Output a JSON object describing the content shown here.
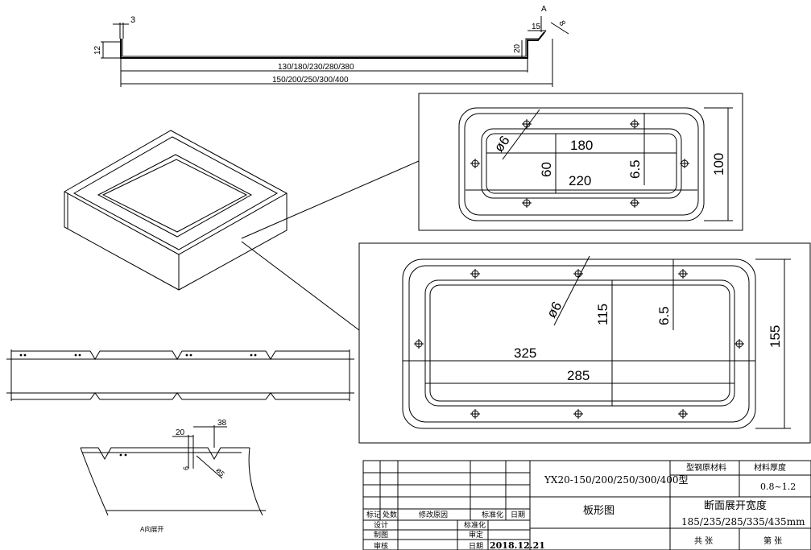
{
  "profile_section": {
    "lip_width": "3",
    "flange_height": "12",
    "inner_width": "130/180/230/280/380",
    "overall_width": "150/200/250/300/400",
    "right_step_height": "20",
    "right_step_width": "15",
    "section_mark": "A",
    "bend_dim": "8"
  },
  "small_panel": {
    "hole_dia": "ø6",
    "inner_width": "180",
    "inner_height": "60",
    "hole_edge": "6.5",
    "hole_span": "220",
    "outer_height": "100"
  },
  "large_panel": {
    "hole_dia": "ø6",
    "inner_height": "115",
    "hole_edge": "6.5",
    "hole_span": "325",
    "inner_width": "285",
    "outer_height": "155"
  },
  "notch_detail": {
    "dim_20": "20",
    "dim_38": "38",
    "dim_6": "6",
    "hole": "ø5",
    "view_label": "A向展开"
  },
  "title_block": {
    "model": "YX20-150/200/250/300/400型",
    "drawing_name": "板形图",
    "material_header": "型钢原材料",
    "thickness_header": "材料厚度",
    "thickness_value": "0.8~1.2",
    "unfold_header": "断面展开宽度",
    "unfold_value": "185/235/285/335/435mm",
    "total_sheets": "共  张",
    "sheet_no": "第  张",
    "rev_mark": "标记",
    "rev_count": "处数",
    "rev_doc": "修改原因",
    "std": "标准化",
    "date_hdr": "日期",
    "design": "设计",
    "draw": "制图",
    "check": "审核",
    "std2": "标准化",
    "review": "审定",
    "date_label": "日期",
    "date_value": "2018.12.21"
  }
}
